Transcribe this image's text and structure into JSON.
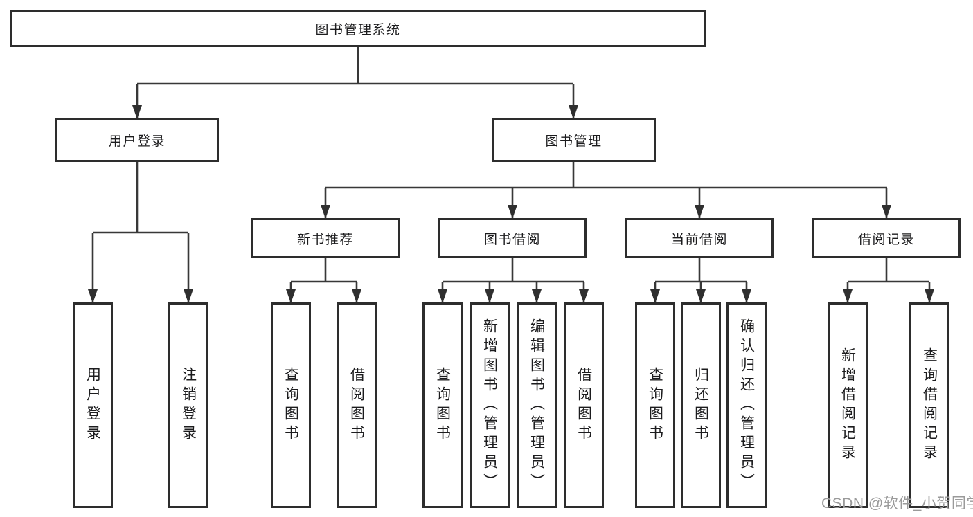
{
  "diagram": {
    "type": "hierarchy-tree",
    "title": "图书管理系统",
    "watermark": "CSDN @软件_小贺同学",
    "colors": {
      "background": "#ffffff",
      "line": "#383838",
      "arrow": "#2f2f2f",
      "box_border": "#2d2d2d",
      "text": "#1c1c1e",
      "watermark": "#9a9a9a"
    }
  },
  "nodes": {
    "root": {
      "label": "图书管理系统",
      "children": [
        "user_login",
        "book_mgmt"
      ]
    },
    "user_login": {
      "label": "用户登录",
      "children": [
        "leaf_user_login",
        "leaf_logout"
      ]
    },
    "book_mgmt": {
      "label": "图书管理",
      "children": [
        "new_book",
        "book_borrow",
        "current_borrow",
        "borrow_record"
      ]
    },
    "new_book": {
      "label": "新书推荐",
      "children": [
        "leaf_nb_query",
        "leaf_nb_borrow"
      ]
    },
    "book_borrow": {
      "label": "图书借阅",
      "children": [
        "leaf_bb_query",
        "leaf_bb_add",
        "leaf_bb_edit",
        "leaf_bb_borrow"
      ]
    },
    "current_borrow": {
      "label": "当前借阅",
      "children": [
        "leaf_cb_query",
        "leaf_cb_return",
        "leaf_cb_confirm"
      ]
    },
    "borrow_record": {
      "label": "借阅记录",
      "children": [
        "leaf_br_add",
        "leaf_br_query"
      ]
    },
    "leaf_user_login": {
      "label": "用户登录"
    },
    "leaf_logout": {
      "label": "注销登录"
    },
    "leaf_nb_query": {
      "label": "查询图书"
    },
    "leaf_nb_borrow": {
      "label": "借阅图书"
    },
    "leaf_bb_query": {
      "label": "查询图书"
    },
    "leaf_bb_add": {
      "label": "新增图书（管理员）"
    },
    "leaf_bb_edit": {
      "label": "编辑图书（管理员）"
    },
    "leaf_bb_borrow": {
      "label": "借阅图书"
    },
    "leaf_cb_query": {
      "label": "查询图书"
    },
    "leaf_cb_return": {
      "label": "归还图书"
    },
    "leaf_cb_confirm": {
      "label": "确认归还（管理员）"
    },
    "leaf_br_add": {
      "label": "新增借阅记录"
    },
    "leaf_br_query": {
      "label": "查询借阅记录"
    }
  }
}
